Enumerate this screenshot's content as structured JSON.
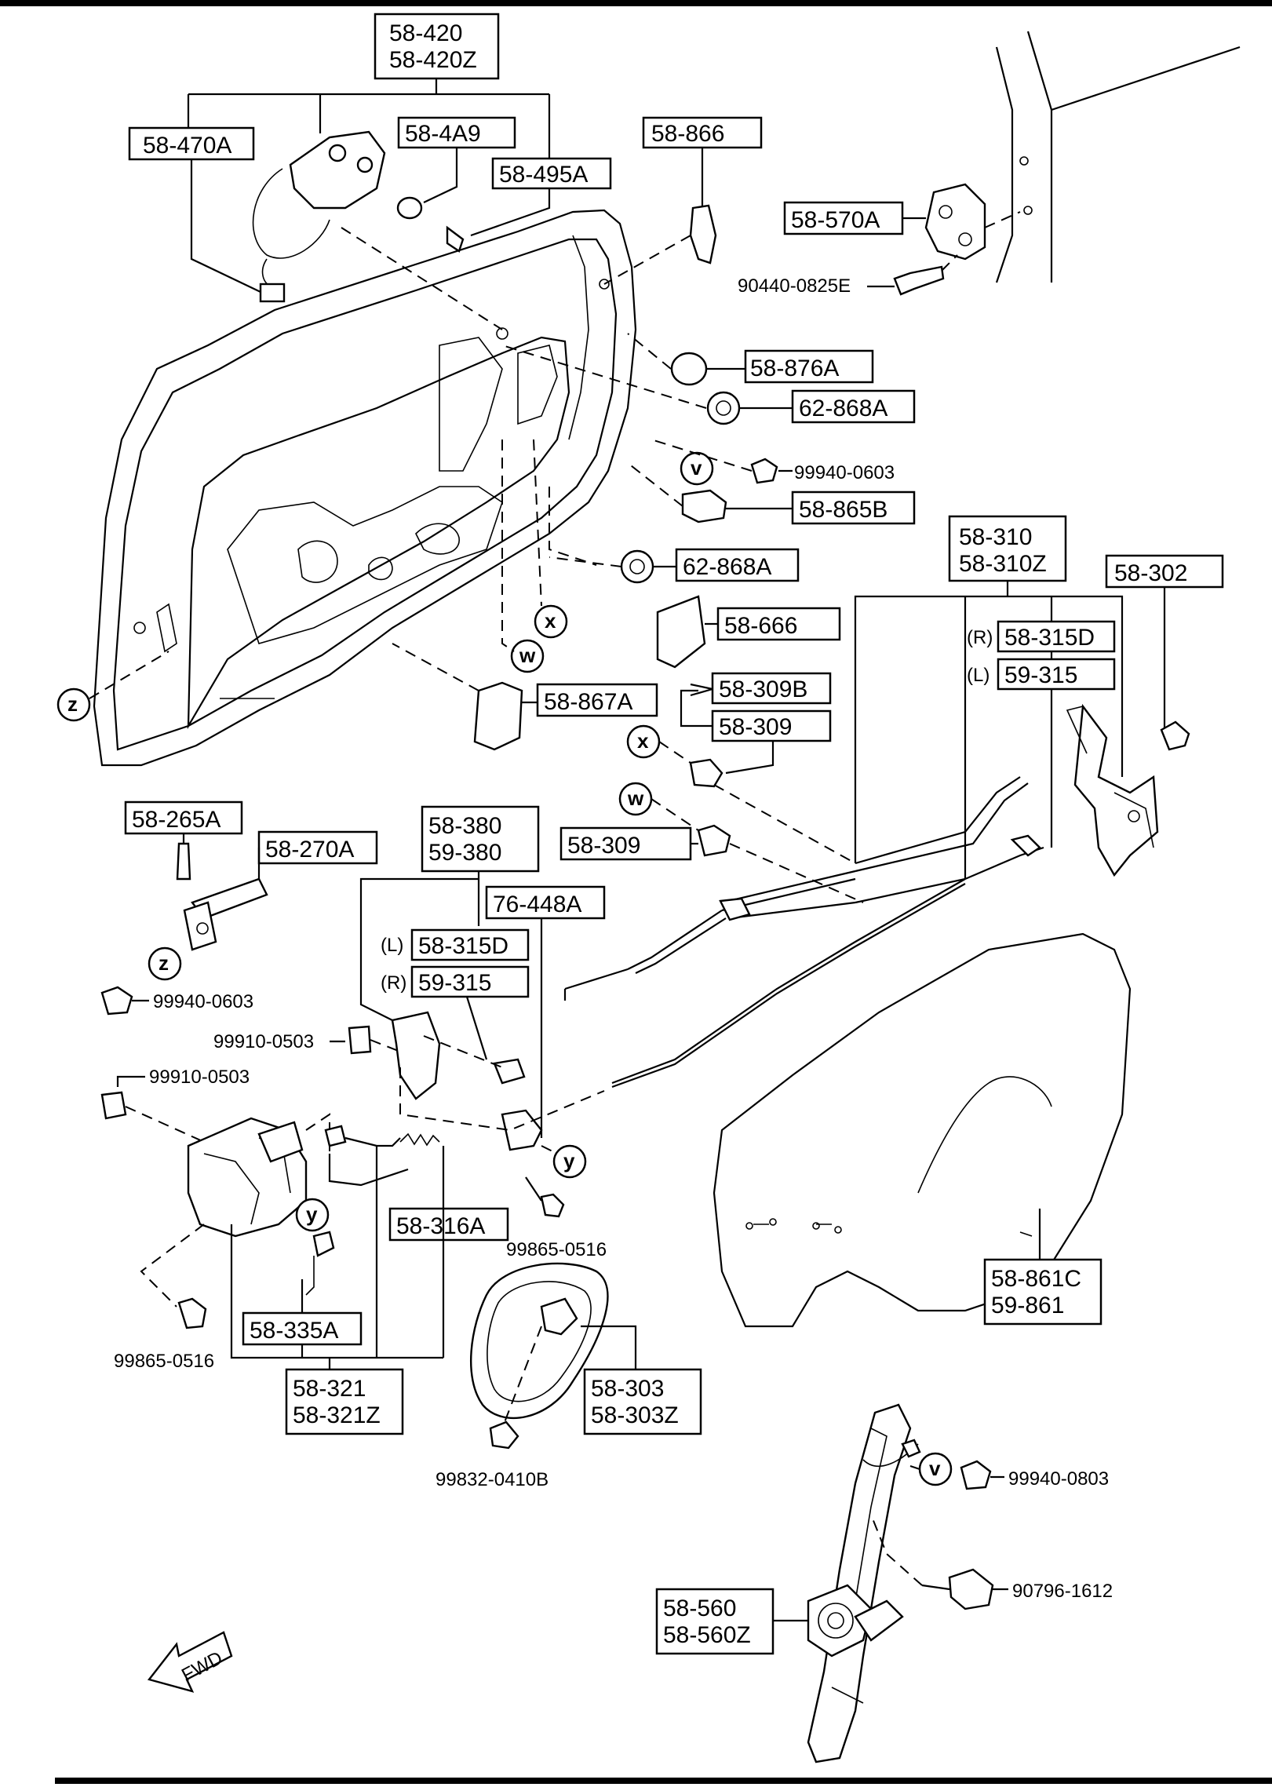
{
  "part_codes": {
    "p58_420": [
      "58-420",
      "58-420Z"
    ],
    "p58_470A": "58-470A",
    "p58_4A9": "58-4A9",
    "p58_495A": "58-495A",
    "p58_866": "58-866",
    "p58_570A": "58-570A",
    "p90440_0825E": "90440-0825E",
    "p58_876A": "58-876A",
    "p62_868A_top": "62-868A",
    "p99940_0603_top": "99940-0603",
    "p58_865B": "58-865B",
    "p62_868A_mid": "62-868A",
    "p58_666": "58-666",
    "p58_310": [
      "58-310",
      "58-310Z"
    ],
    "p58_302": "58-302",
    "p58_315D_r": "58-315D",
    "p59_315_l": "59-315",
    "p58_309B": "58-309B",
    "p58_309_top": "58-309",
    "p58_867A": "58-867A",
    "p58_309_bot": "58-309",
    "p58_265A": "58-265A",
    "p58_270A": "58-270A",
    "p99940_0603_left": "99940-0603",
    "p58_380": [
      "58-380",
      "59-380"
    ],
    "p76_448A": "76-448A",
    "p58_315D_l": "58-315D",
    "p59_315_r": "59-315",
    "p99910_0503_a": "99910-0503",
    "p99910_0503_b": "99910-0503",
    "p58_316A": "58-316A",
    "p99865_0516_r": "99865-0516",
    "p58_335A": "58-335A",
    "p99865_0516_l": "99865-0516",
    "p58_321": [
      "58-321",
      "58-321Z"
    ],
    "p58_303": [
      "58-303",
      "58-303Z"
    ],
    "p99832_0410B": "99832-0410B",
    "p58_861C": [
      "58-861C",
      "59-861"
    ],
    "p99940_0803": "99940-0803",
    "p90796_1612": "90796-1612",
    "p58_560": [
      "58-560",
      "58-560Z"
    ]
  },
  "side_markers": {
    "r": "(R)",
    "l": "(L)"
  },
  "ref_circles": {
    "v": "v",
    "x": "x",
    "w": "w",
    "z": "z",
    "y": "y"
  },
  "fwd_label": "FWD"
}
